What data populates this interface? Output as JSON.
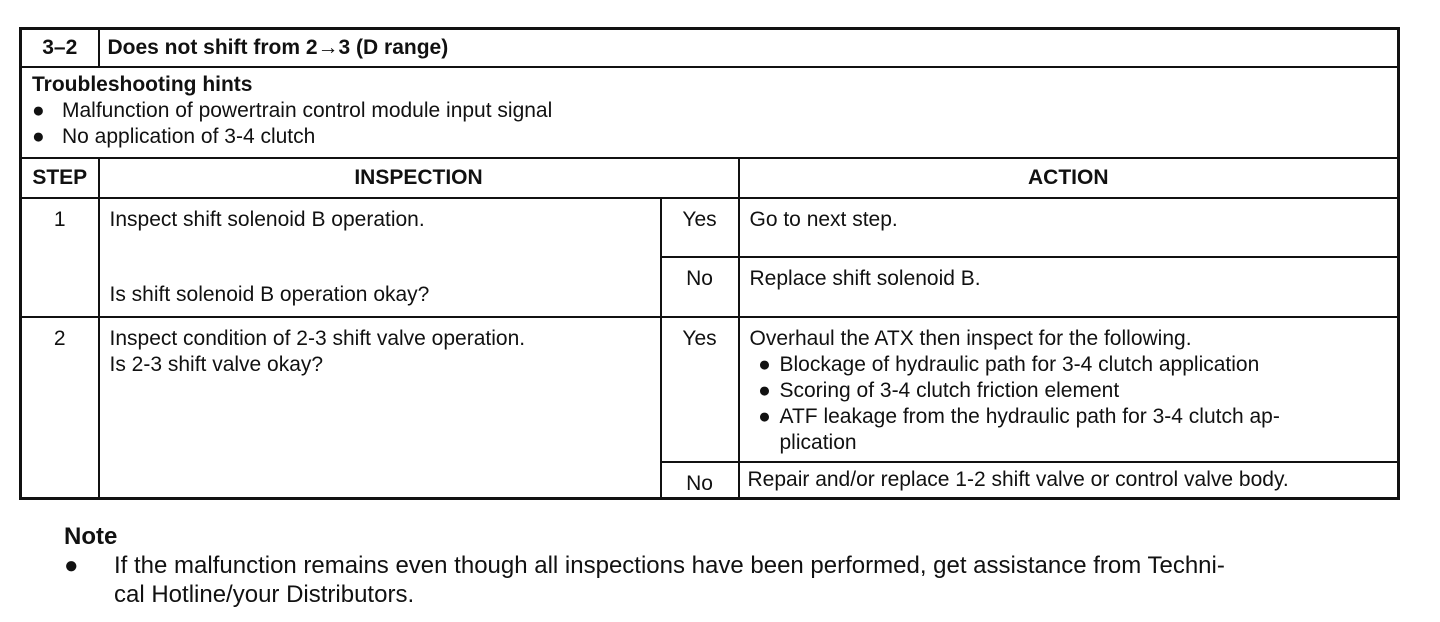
{
  "header": {
    "code": "3–2",
    "title": "Does not shift from 2→3 (D range)"
  },
  "hints": {
    "heading": "Troubleshooting hints",
    "items": [
      "Malfunction of powertrain control module input signal",
      "No application of 3-4 clutch"
    ]
  },
  "columns": {
    "step": "STEP",
    "inspection": "INSPECTION",
    "action": "ACTION"
  },
  "steps": [
    {
      "number": "1",
      "inspection_top": "Inspect shift solenoid B operation.",
      "inspection_bottom": "Is shift solenoid B operation okay?",
      "yes_label": "Yes",
      "yes_action": "Go to next step.",
      "no_label": "No",
      "no_action": "Replace shift solenoid B."
    },
    {
      "number": "2",
      "inspection_line1": "Inspect condition of 2-3 shift valve operation.",
      "inspection_line2": "Is 2-3 shift valve okay?",
      "yes_label": "Yes",
      "yes_action_intro": "Overhaul the ATX then inspect for the following.",
      "yes_action_items": [
        "Blockage of hydraulic path for 3-4 clutch application",
        "Scoring of 3-4 clutch friction element",
        "ATF leakage from the hydraulic path for 3-4 clutch ap-\nplication"
      ],
      "no_label": "No",
      "no_action": "Repair and/or replace 1-2 shift valve or control valve body."
    }
  ],
  "note": {
    "heading": "Note",
    "text": "If the malfunction remains even though all inspections have been performed, get assistance from Techni-\ncal Hotline/your Distributors."
  }
}
